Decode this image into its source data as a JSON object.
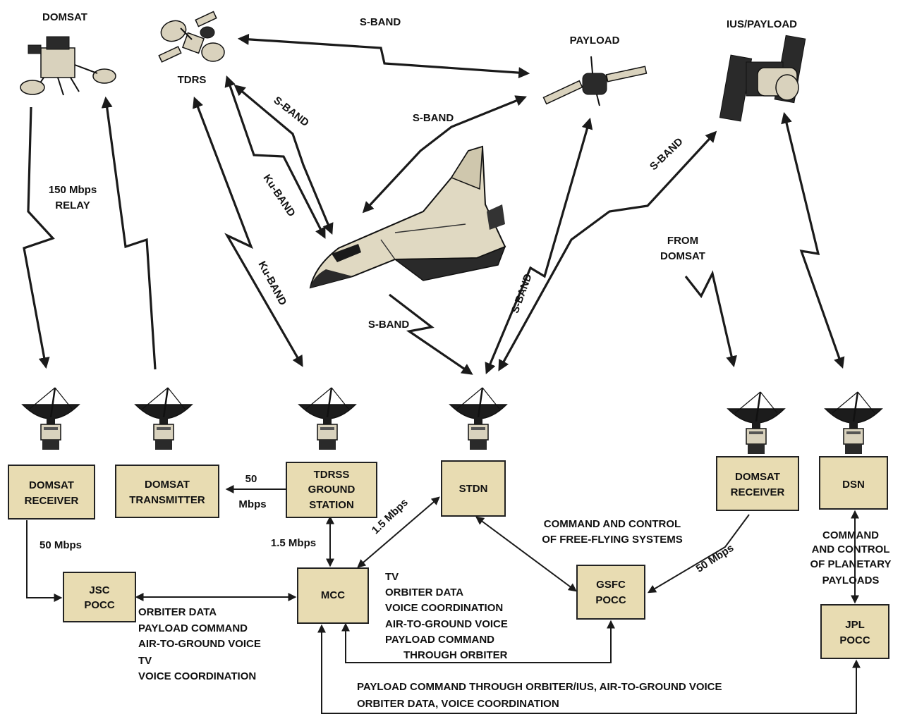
{
  "craft": {
    "domsat": "DOMSAT",
    "tdrs": "TDRS",
    "payload": "PAYLOAD",
    "ius_payload": "IUS/PAYLOAD"
  },
  "links": {
    "s_band_tdrs_payload": "S-BAND",
    "s_band_tdrs_shuttle": "S-BAND",
    "ku_band_tdrs_shuttle": "Ku-BAND",
    "ku_band_tdrs_ground": "Ku-BAND",
    "s_band_payload_shuttle": "S-BAND",
    "s_band_shuttle_stdn": "S-BAND",
    "s_band_stdn_payload": "S-BAND",
    "s_band_stdn_ius": "S-BAND",
    "relay_line1": "150 Mbps",
    "relay_line2": "RELAY",
    "from_domsat_line1": "FROM",
    "from_domsat_line2": "DOMSAT"
  },
  "stations": {
    "domsat_receiver_left": [
      "DOMSAT",
      "RECEIVER"
    ],
    "domsat_transmitter": [
      "DOMSAT",
      "TRANSMITTER"
    ],
    "tdrss_ground": [
      "TDRSS",
      "GROUND",
      "STATION"
    ],
    "stdn": [
      "STDN"
    ],
    "domsat_receiver_right": [
      "DOMSAT",
      "RECEIVER"
    ],
    "dsn": [
      "DSN"
    ],
    "jsc_pocc": [
      "JSC",
      "POCC"
    ],
    "mcc": [
      "MCC"
    ],
    "gsfc_pocc": [
      "GSFC",
      "POCC"
    ],
    "jpl_pocc": [
      "JPL",
      "POCC"
    ]
  },
  "rates": {
    "tdrss_to_transmitter_a": "50",
    "tdrss_to_transmitter_b": "Mbps",
    "receiver_to_jsc": "50 Mbps",
    "tdrss_to_mcc": "1.5 Mbps",
    "mcc_to_stdn": "1.5 Mbps",
    "receiver_to_gsfc": "50 Mbps"
  },
  "notes": {
    "cmd_free_flying": [
      "COMMAND AND CONTROL",
      "OF FREE-FLYING SYSTEMS"
    ],
    "cmd_planetary": [
      "COMMAND",
      "AND CONTROL",
      "OF PLANETARY",
      "PAYLOADS"
    ],
    "jsc_mcc": [
      "ORBITER DATA",
      "PAYLOAD COMMAND",
      "AIR-TO-GROUND VOICE",
      "TV",
      "VOICE COORDINATION"
    ],
    "mcc_gsfc": [
      "TV",
      "ORBITER DATA",
      "VOICE COORDINATION",
      "AIR-TO-GROUND VOICE",
      "PAYLOAD COMMAND",
      "THROUGH ORBITER"
    ],
    "mcc_jpl": [
      "PAYLOAD COMMAND THROUGH ORBITER/IUS, AIR-TO-GROUND VOICE",
      "ORBITER DATA, VOICE COORDINATION"
    ]
  }
}
